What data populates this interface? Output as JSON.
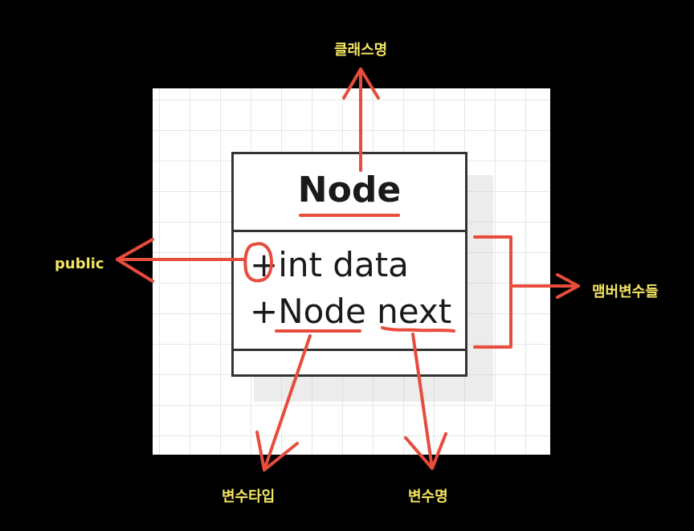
{
  "uml": {
    "class_name": "Node",
    "attributes": [
      "+int data",
      "+Node next"
    ]
  },
  "annotations": {
    "class_name_label": "클래스명",
    "public_label": "public",
    "members_label": "맴버변수들",
    "type_label": "변수타입",
    "var_name_label": "변수명"
  },
  "colors": {
    "background": "#000000",
    "annotation_stroke": "#e74c3c",
    "label_text": "#f5e663",
    "uml_border": "#333333"
  }
}
